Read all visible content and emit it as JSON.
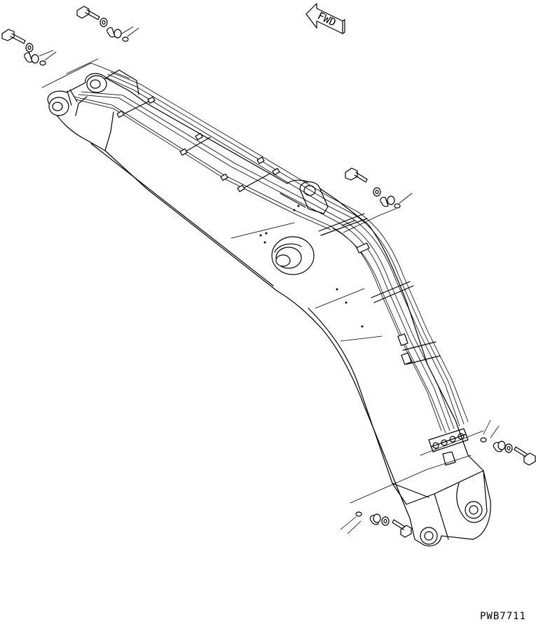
{
  "direction_marker": {
    "label": "FWD",
    "icon": "forward-arrow-icon"
  },
  "drawing_code": "PWB7711",
  "parts": [
    "boom-body",
    "hydraulic-pipes",
    "pipe-clamps",
    "bolt",
    "washer",
    "spacer",
    "pin"
  ]
}
